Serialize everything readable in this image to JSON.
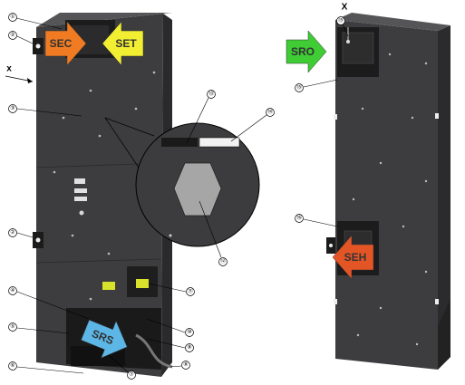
{
  "colors": {
    "cabinet_front": "#3a3a3c",
    "cabinet_side": "#2a2a2c",
    "cabinet_top": "#555557",
    "arrow_sec": "#f07b22",
    "arrow_set": "#f2ee32",
    "arrow_srs": "#5cb6e6",
    "arrow_sro": "#3fcc35",
    "arrow_seh": "#e45526",
    "zoom_panel": "#a6a6a6"
  },
  "view_letters": {
    "front": "x",
    "back": "X"
  },
  "arrows": {
    "sec": {
      "label": "SEC"
    },
    "set": {
      "label": "SET"
    },
    "srs": {
      "label": "SRS"
    },
    "sro": {
      "label": "SRO"
    },
    "seh": {
      "label": "SEH"
    }
  },
  "callouts": {
    "c1": "①",
    "c2a": "②",
    "c2b": "②",
    "c3": "③",
    "c4": "④",
    "c5": "⑤",
    "c6": "⑥",
    "c7": "⑦",
    "c8": "⑧",
    "c9": "⑨",
    "c10": "⑩",
    "c11": "⑪",
    "c12": "⑫",
    "c13": "⑬",
    "c14": "⑭",
    "c15a": "⑮",
    "c15b": "⑮",
    "c16": "⑯"
  }
}
